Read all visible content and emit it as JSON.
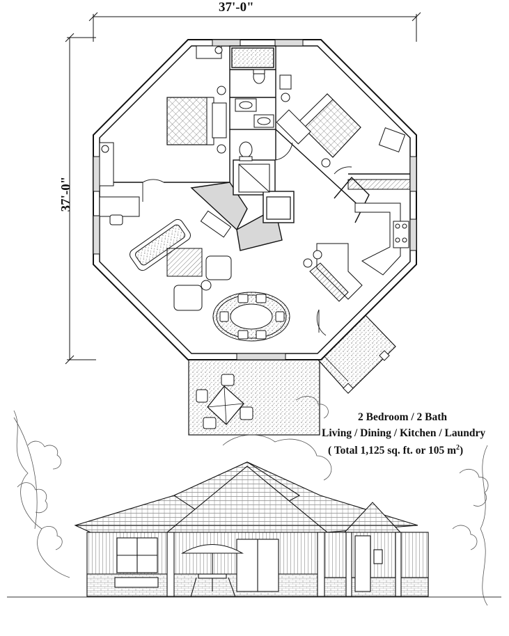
{
  "dimensions": {
    "width_label": "37'-0\"",
    "depth_label": "37'-0\""
  },
  "summary": {
    "line1": "2 Bedroom / 2 Bath",
    "line2": "Living / Dining / Kitchen / Laundry",
    "line3_prefix": "( Total 1,125 sq. ft. or 105 m",
    "line3_sup": "2",
    "line3_suffix": ")"
  },
  "colors": {
    "line": "#111111",
    "wall_fill": "#bfbfbf",
    "patio_stipple": "#8a8a8a",
    "tree_stroke": "#444444"
  }
}
